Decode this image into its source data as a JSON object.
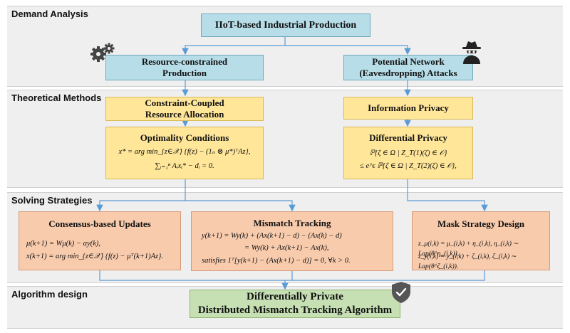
{
  "sections": {
    "demand": "Demand Analysis",
    "theory": "Theoretical Methods",
    "solving": "Solving Strategies",
    "algorithm": "Algorithm design"
  },
  "boxes": {
    "iiot": "IIoT-based Industrial Production",
    "resource_l1": "Resource-constrained",
    "resource_l2": "Production",
    "attacks_l1": "Potential Network",
    "attacks_l2": "(Eavesdropping) Attacks",
    "constraint_l1": "Constraint-Coupled",
    "constraint_l2": "Resource Allocation",
    "info_privacy": "Information Privacy",
    "optimality": {
      "title": "Optimality Conditions",
      "eq1": "x* = arg min_{z∈𝒳} {f(z) − (1ₙ ⊗ μ*)ᵀAz},",
      "eq2": "∑ᵢ₌₁ⁿ Aᵢxᵢ* − dᵢ = 0."
    },
    "dp": {
      "title": "Differential Privacy",
      "eq1": "ℙ{ζ ∈ Ω | Z_T(1)(ζ) ∈ 𝒪}",
      "eq2": "≤ e^ε ℙ{ζ ∈ Ω | Z_T(2)(ζ) ∈ 𝒪},"
    },
    "consensus": {
      "title": "Consensus-based Updates",
      "eq1": "μ(k+1) = Wμ(k) − αy(k),",
      "eq2": "x(k+1) = arg min_{z∈𝒳} {f(z) − μᵀ(k+1)Az}."
    },
    "mismatch": {
      "title": "Mismatch Tracking",
      "eq1": "y(k+1) = Wy(k) + (Ax(k+1) − d) − (Ax(k) − d)",
      "eq2": "= Wy(k) + Ax(k+1) − Ax(k),",
      "eq3": "satisfies 1ᵀ[y(k+1) − (Ax(k+1) − d)] = 0, ∀k > 0."
    },
    "mask": {
      "title": "Mask Strategy Design",
      "eq1": "z_μ(i,k) = μ_(i,k) + η_(i,k),  η_(i,k) ∼ Lap(θ^η_(i,k)),",
      "eq2": "z_y(i,k) = y_(i,k) + ζ_(i,k),  ζ_(i,k) ∼ Lap(θ^ζ_(i,k))."
    },
    "final_l1": "Differentially Private",
    "final_l2": "Distributed Mismatch Tracking Algorithm"
  },
  "colors": {
    "blue": "#b7dde8",
    "yellow": "#ffe699",
    "orange": "#f8cbad",
    "green": "#c6e0b4",
    "arrow": "#5b9bd5",
    "band": "#efefef"
  },
  "icons": [
    "gears-icon",
    "spy-icon",
    "shield-check-icon"
  ]
}
